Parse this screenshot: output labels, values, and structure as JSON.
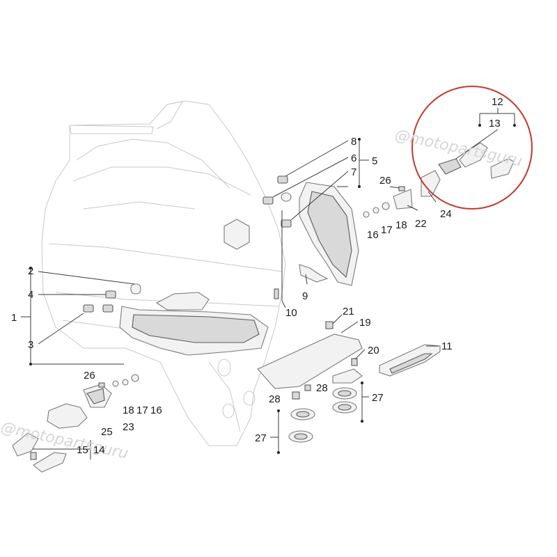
{
  "watermarks": {
    "top_right": "@motopartsguru",
    "bottom_left": "@motopartsguru"
  },
  "colors": {
    "highlight_circle": "#c0392b",
    "line": "#3a3a3a",
    "part_fill": "#f2f2f2"
  },
  "callouts": {
    "c1": "1",
    "c2": "2",
    "c3": "3",
    "c4": "4",
    "c5": "5",
    "c6": "6",
    "c7": "7",
    "c8": "8",
    "c9": "9",
    "c10": "10",
    "c11": "11",
    "c12": "12",
    "c13": "13",
    "c14": "14",
    "c15": "15",
    "c16a": "16",
    "c16b": "16",
    "c17a": "17",
    "c17b": "17",
    "c18a": "18",
    "c18b": "18",
    "c19": "19",
    "c20": "20",
    "c21": "21",
    "c22": "22",
    "c23": "23",
    "c24": "24",
    "c25": "25",
    "c26a": "26",
    "c26b": "26",
    "c27a": "27",
    "c27b": "27",
    "c28a": "28",
    "c28b": "28"
  }
}
